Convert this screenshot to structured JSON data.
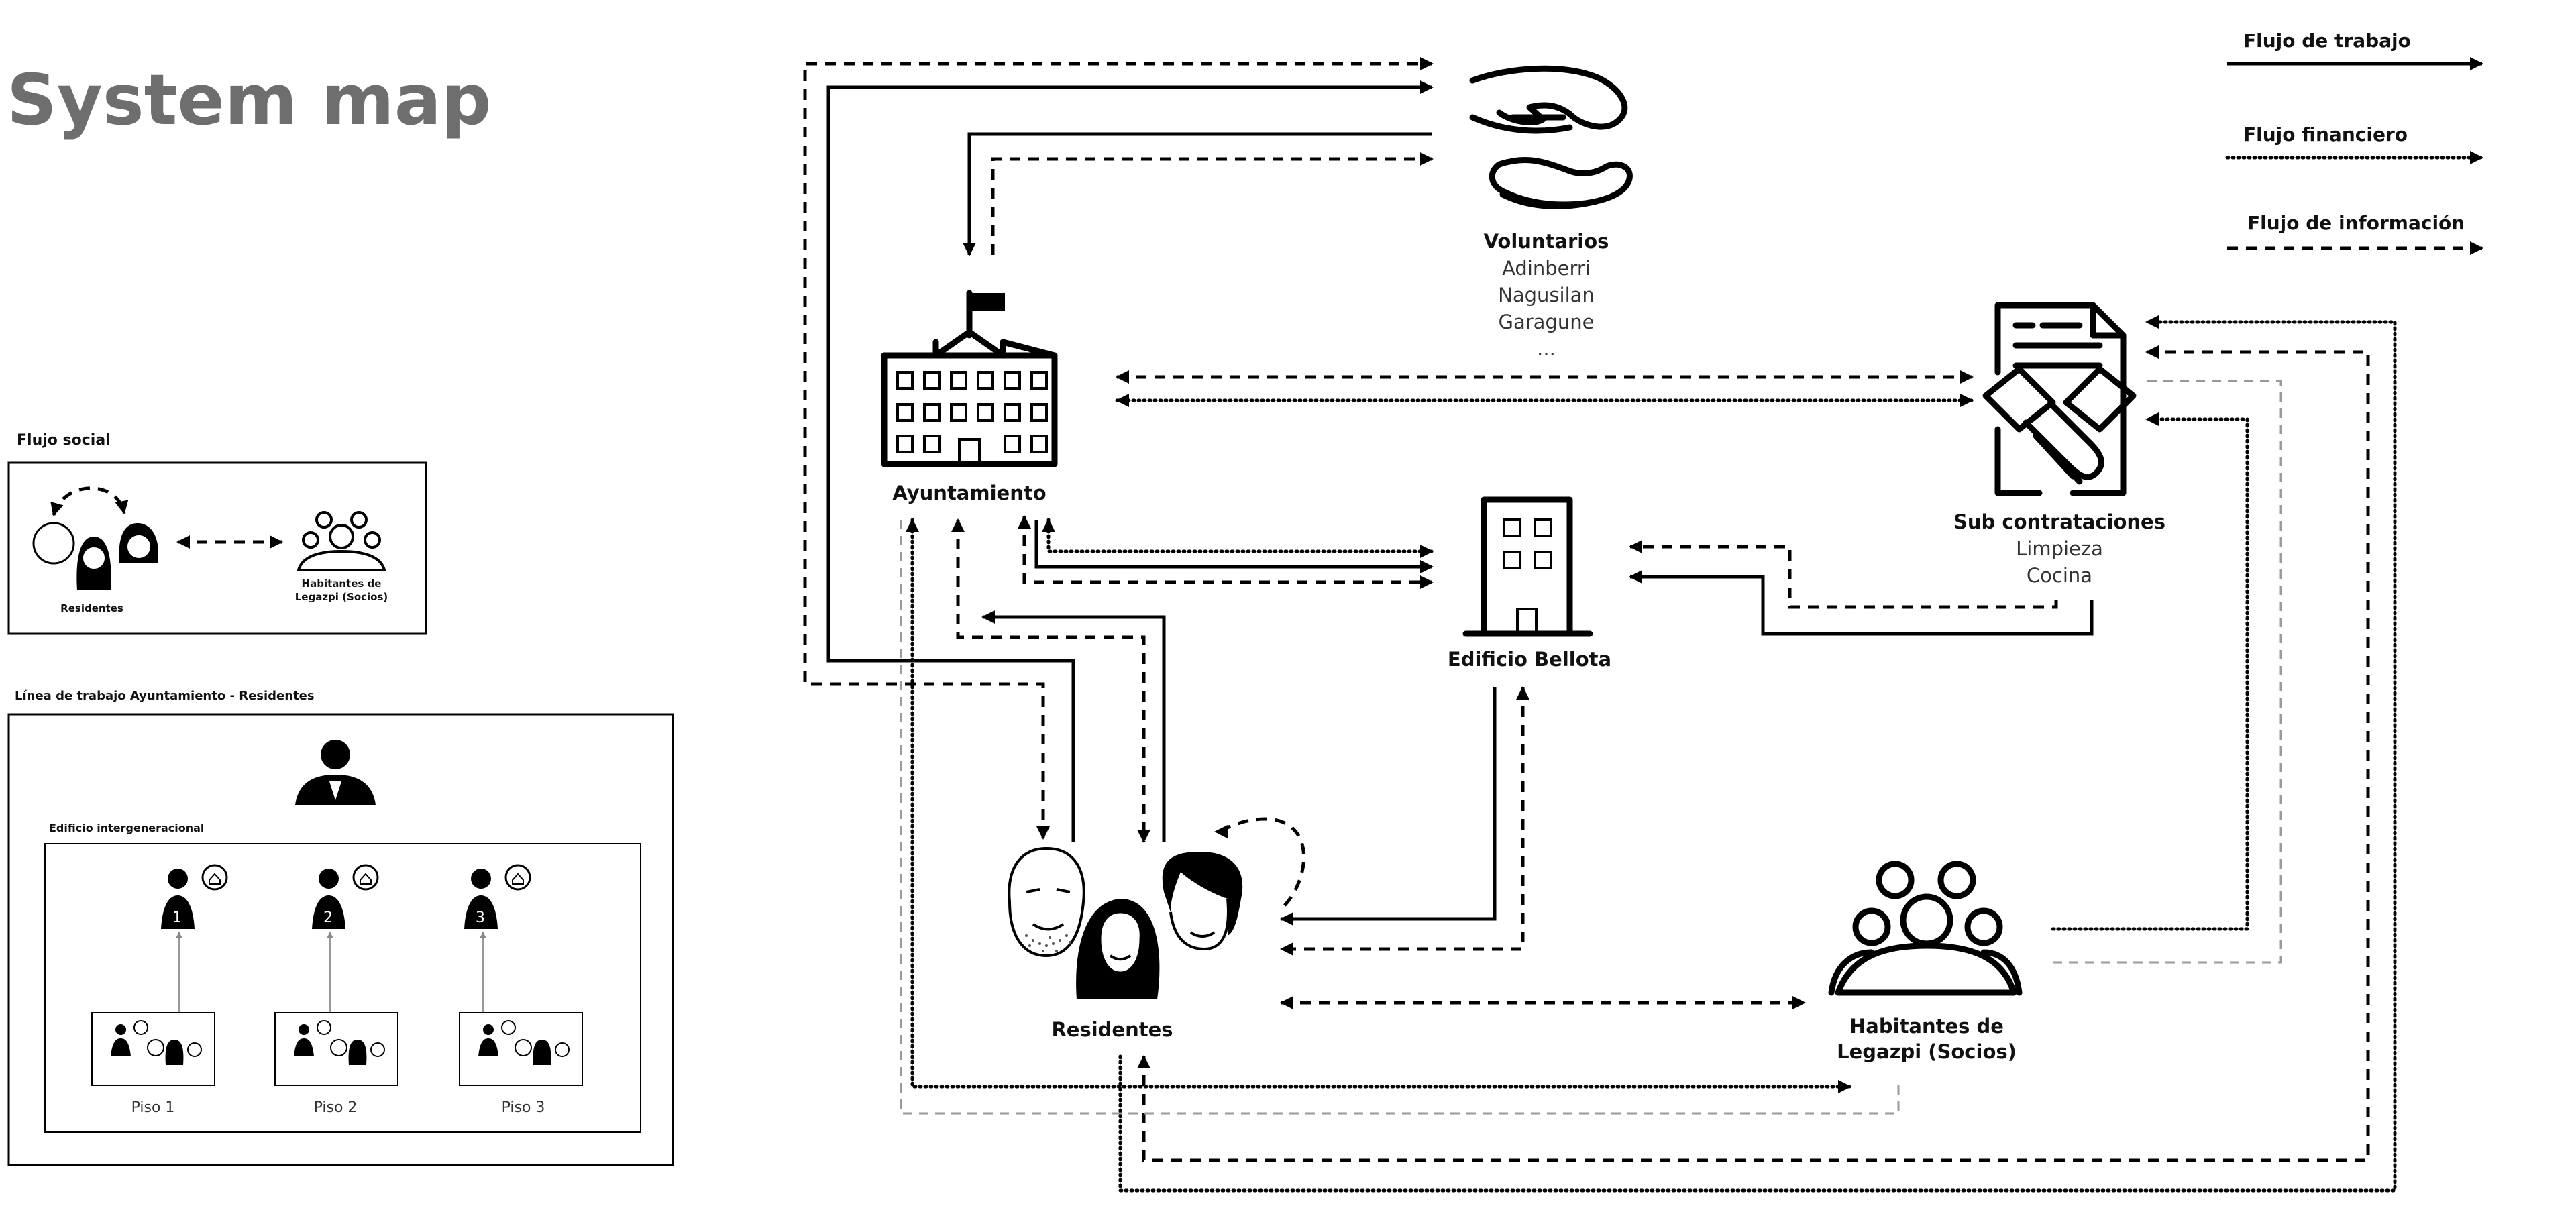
{
  "title": "System map",
  "legend": {
    "work_flow": "Flujo de trabajo",
    "financial_flow": "Flujo financiero",
    "info_flow": "Flujo de información"
  },
  "nodes": {
    "voluntarios": {
      "label": "Voluntarios",
      "items": [
        "Adinberri",
        "Nagusilan",
        "Garagune",
        "..."
      ]
    },
    "ayuntamiento": {
      "label": "Ayuntamiento"
    },
    "edificio": {
      "label": "Edificio Bellota"
    },
    "sub": {
      "label": "Sub contrataciones",
      "items": [
        "Limpieza",
        "Cocina"
      ]
    },
    "residentes": {
      "label": "Residentes"
    },
    "habitantes": {
      "label_line1": "Habitantes de",
      "label_line2": "Legazpi (Socios)"
    }
  },
  "flujo_social": {
    "heading": "Flujo social",
    "residentes": "Residentes",
    "habitantes_line1": "Habitantes de",
    "habitantes_line2": "Legazpi (Socios)"
  },
  "linea_trabajo": {
    "heading": "Línea de trabajo Ayuntamiento - Residentes",
    "building": "Edificio intergeneracional",
    "floors": [
      {
        "num": "1",
        "label": "Piso 1"
      },
      {
        "num": "2",
        "label": "Piso 2"
      },
      {
        "num": "3",
        "label": "Piso 3"
      }
    ]
  }
}
